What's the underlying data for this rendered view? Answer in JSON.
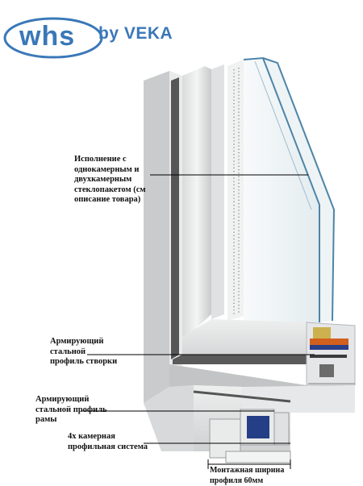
{
  "brand": {
    "logo_text": "whs",
    "tagline": "by VEKA",
    "accent": "#3a78b8"
  },
  "callouts": [
    {
      "text": "Исполнение с\nоднокамерным и\nдвухкамерным\nстеклопакетом (см\nописание товара)"
    },
    {
      "text": "Армирующий\nстальной\nпрофиль створки"
    },
    {
      "text": "Армирующий\nстальной профиль\nрамы"
    },
    {
      "text": "4х камерная\nпрофильная система"
    },
    {
      "text": "Монтажная ширина\nпрофиля 60мм"
    }
  ]
}
